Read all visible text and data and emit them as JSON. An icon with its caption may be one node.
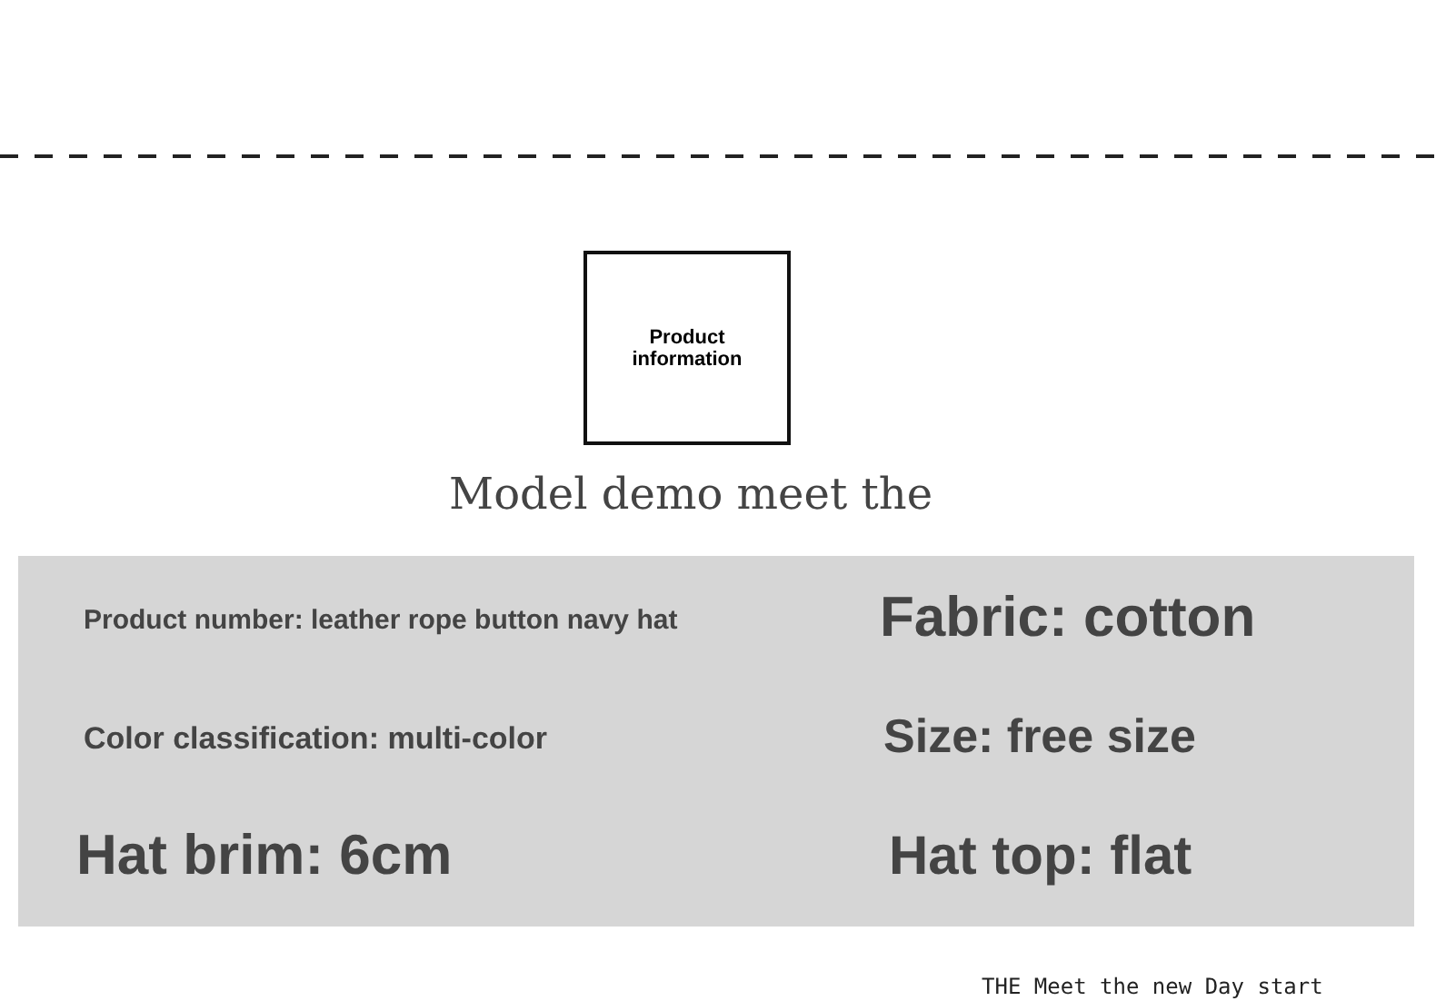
{
  "diagram": {
    "nodes": [
      {
        "text": [
          "Product information"
        ]
      }
    ],
    "labels": [
      "Model demo meet the",
      "Product number: leather rope button navy hat",
      "Fabric: cotton",
      "Color classification: multi-color",
      "Size: free size",
      "Hat brim: 6cm",
      "Hat top: flat",
      "THE Meet the new Day start"
    ]
  }
}
